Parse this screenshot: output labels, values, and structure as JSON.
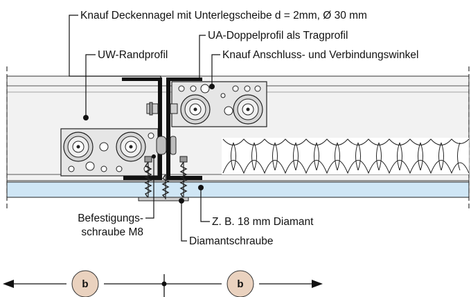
{
  "labels": {
    "deckennagel": "Knauf Deckennagel mit Unterlegscheibe d = 2mm, Ø 30 mm",
    "ua_profil": "UA-Doppelprofil als Tragprofil",
    "uw_profil": "UW-Randprofil",
    "winkel": "Knauf Anschluss- und Verbindungswinkel",
    "befestigung_1": "Befestigungs-",
    "befestigung_2": "schraube M8",
    "diamant": "Z. B. 18 mm Diamant",
    "diamantschraube": "Diamantschraube"
  },
  "dimension": {
    "left": "b",
    "right": "b"
  },
  "colors": {
    "board": "#cfe6f5",
    "wall": "#f1f1f1",
    "plate": "#e6e6e6",
    "profile": "#111111"
  }
}
